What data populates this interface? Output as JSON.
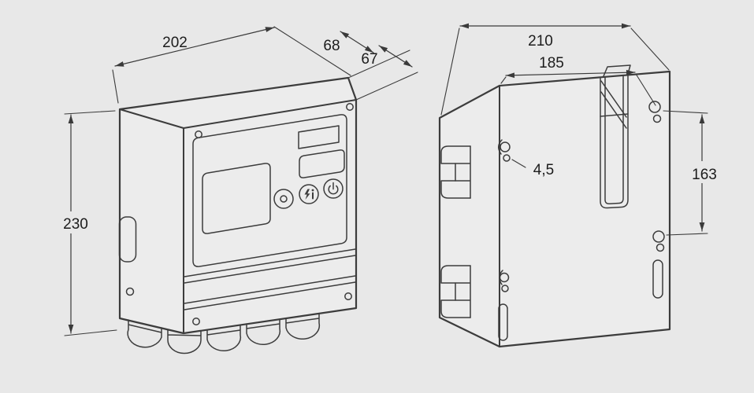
{
  "colors": {
    "background": "#e8e8e8",
    "line": "#3c3c3c",
    "text": "#1c1c1c"
  },
  "front_view": {
    "dim_width": "202",
    "dim_depth_total": "68",
    "dim_depth_body": "67",
    "dim_height": "230"
  },
  "rear_view": {
    "dim_width_total": "210",
    "dim_width_mounting": "185",
    "dim_hole_diameter": "4,5",
    "dim_hole_spacing": "163"
  }
}
